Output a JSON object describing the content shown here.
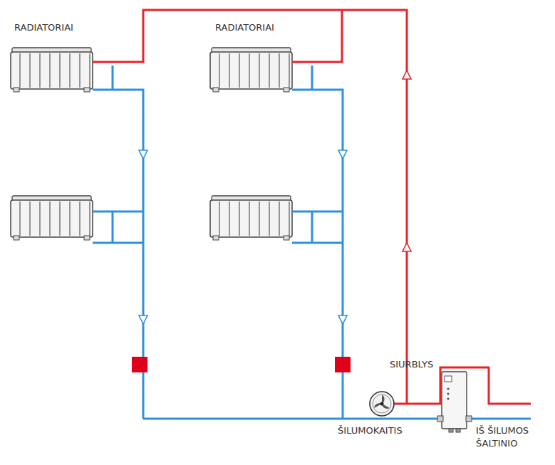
{
  "diagram": {
    "labels": [
      "RADIATORIAI",
      "RADIATORIAI",
      "SIURBLYS",
      "ŠILUMOKAITIS",
      "IŠ ŠILUMOS ŠALTINIO"
    ]
  }
}
